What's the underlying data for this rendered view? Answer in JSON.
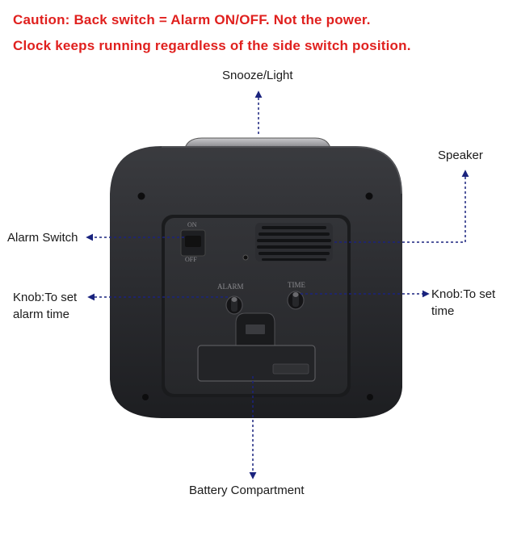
{
  "caution": {
    "line1": "Caution: Back switch = Alarm ON/OFF. Not the power.",
    "line2": "Clock keeps running regardless of the side switch position."
  },
  "labels": {
    "snooze": "Snooze/Light",
    "speaker": "Speaker",
    "alarm_switch": "Alarm Switch",
    "knob_alarm_line1": "Knob:To set",
    "knob_alarm_line2": "alarm time",
    "knob_time_line1": "Knob:To set",
    "knob_time_line2": "time",
    "battery": "Battery Compartment"
  },
  "device_markings": {
    "switch_on": "ON",
    "switch_off": "OFF",
    "knob_alarm": "ALARM",
    "knob_time": "TIME"
  },
  "colors": {
    "caution_text": "#e0201e",
    "leader_lines": "#1a237e",
    "clock_body": "#2a2b2e"
  }
}
